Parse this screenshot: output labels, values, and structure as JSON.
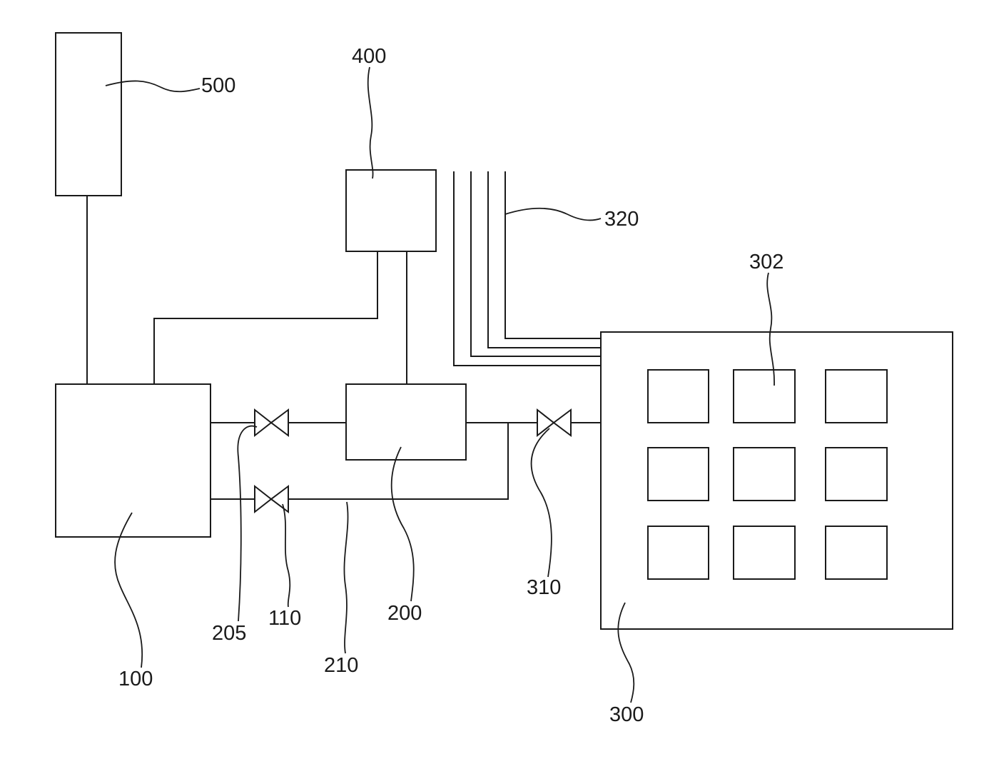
{
  "labels": {
    "l100": "100",
    "l110": "110",
    "l200": "200",
    "l205": "205",
    "l210": "210",
    "l300": "300",
    "l302": "302",
    "l310": "310",
    "l320": "320",
    "l400": "400",
    "l500": "500"
  }
}
